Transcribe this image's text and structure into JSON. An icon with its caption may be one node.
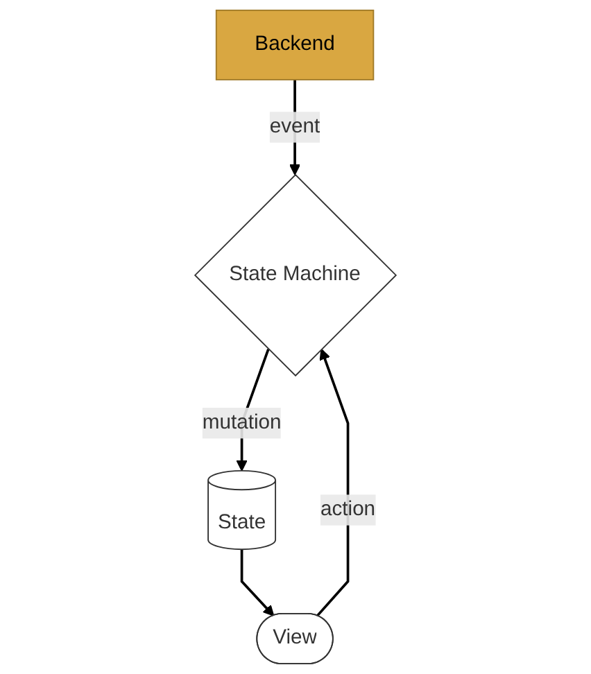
{
  "diagram": {
    "nodes": [
      {
        "text": [
          "Backend"
        ]
      },
      {
        "text": [
          "State Machine"
        ]
      },
      {
        "text": [
          "State"
        ]
      },
      {
        "text": [
          "View"
        ]
      }
    ],
    "edges": [
      {
        "from": 0,
        "to": 1,
        "arrow": "to",
        "label": "event"
      },
      {
        "from": 1,
        "to": 2,
        "arrow": "to",
        "label": "mutation"
      },
      {
        "from": 2,
        "to": 3,
        "arrow": "to"
      },
      {
        "from": 3,
        "to": 1,
        "arrow": "to",
        "label": "action"
      }
    ]
  }
}
